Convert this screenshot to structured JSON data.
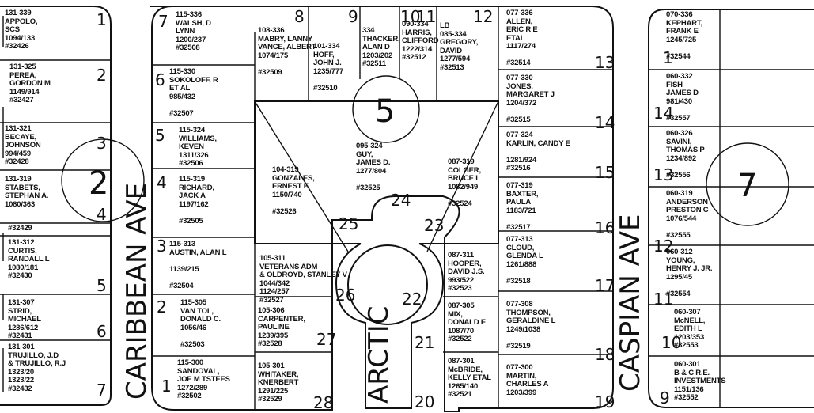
{
  "streets": {
    "caribbean": "CARIBBEAN AVE",
    "caspian": "CASPIAN AVE",
    "arctic": "ARCTIC"
  },
  "block_numbers": {
    "left": "2",
    "center": "5",
    "right": "7"
  },
  "left_block": [
    {
      "num": "1",
      "text": "131-339\nAPPOLO,\nSCS\n1094/133\n#32426"
    },
    {
      "num": "2",
      "text": "131-325\nPEREA,\nGORDON M\n1149/914\n#32427"
    },
    {
      "num": "3",
      "text": "131-321\nBECAYE,\nJOHNSON\n994/459\n#32428"
    },
    {
      "num": "4",
      "text": "131-319\nSTABETS,\nSTEPHAN A.\n1080/363"
    },
    {
      "num": "",
      "text": "#32429"
    },
    {
      "num": "5",
      "text": "131-312\nCURTIS,\nRANDALL L\n1080/181\n#32430"
    },
    {
      "num": "6",
      "text": "131-307\nSTRID,\nMICHAEL\n1286/612\n#32431"
    },
    {
      "num": "7",
      "text": "131-301\nTRUJILLO, J.D\n& TRUJILLO, R.J\n1323/20\n1323/22\n#32432"
    }
  ],
  "center_block": [
    {
      "num": "7",
      "text": "115-336\nWALSH, D\nLYNN\n1200/237\n#32508"
    },
    {
      "num": "6",
      "text": "115-330\nSOKOLOFF, R\nET AL\n985/432\n\n#32507"
    },
    {
      "num": "5",
      "text": "115-324\nWILLIAMS,\nKEVEN\n1311/326\n#32506"
    },
    {
      "num": "4",
      "text": "115-319\nRICHARD,\nJACK A\n1197/162\n\n#32505"
    },
    {
      "num": "3",
      "text": "115-313\nAUSTIN, ALAN L\n\n1139/215\n\n#32504"
    },
    {
      "num": "2",
      "text": "115-305\nVAN TOL,\nDONALD C.\n1056/46\n\n#32503"
    },
    {
      "num": "1",
      "text": "115-300\nSANDOVAL,\nJOE M TSTEES\n1272/289\n#32502"
    },
    {
      "num": "8",
      "text": "108-336\nMABRY, LANNY\nVANCE, ALBERT\n1074/175\n\n#32509"
    },
    {
      "num": "9",
      "text": "101-334\nHOFF,\nJOHN J.\n1235/777\n\n#32510"
    },
    {
      "num": "10",
      "text": "334\nTHACKER,\nALAN D\n1203/202\n#32511"
    },
    {
      "num": "11",
      "text": "090-334\nHARRIS,\nCLIFFORD\n1222/314\n#32512"
    },
    {
      "num": "12",
      "text": "LB\n085-334\nGREGORY,\nDAVID\n1277/594\n#32513"
    },
    {
      "num": "13",
      "text": "077-336\nALLEN,\nERIC R E\nETAL\n1117/274\n\n#32514"
    },
    {
      "num": "14",
      "text": "077-330\nJONES,\nMARGARET J\n1204/372\n\n#32515"
    },
    {
      "num": "15",
      "text": "077-324\nKARLIN, CANDY E\n\n1281/924\n#32516"
    },
    {
      "num": "16",
      "text": "077-319\nBAXTER,\nPAULA\n1183/721\n\n#32517"
    },
    {
      "num": "17",
      "text": "077-313\nCLOUD,\nGLENDA L\n1261/888\n\n#32518"
    },
    {
      "num": "18",
      "text": "077-308\nTHOMPSON,\nGERALDINE L\n1249/1038\n\n#32519"
    },
    {
      "num": "19",
      "text": "077-300\nMARTIN,\nCHARLES A\n1203/399"
    },
    {
      "num": "20",
      "text": "087-301\nMcBRIDE,\nKELLY ETAL\n1265/140\n#32521"
    },
    {
      "num": "21",
      "text": "087-305\nMIX,\nDONALD E\n1087/70\n#32522"
    },
    {
      "num": "22",
      "text": "087-311\nHOOPER,\nDAVID J.S.\n993/522\n#32523"
    },
    {
      "num": "23",
      "text": "087-319\nCOLGER,\nBRUCE L\n1082/949\n\n#32524"
    },
    {
      "num": "24",
      "text": "095-324\nGUY,\nJAMES D.\n1277/804\n\n#32525"
    },
    {
      "num": "25",
      "text": "104-319\nGONZALES,\nERNEST E\n1150/740\n\n#32526"
    },
    {
      "num": "26",
      "text": "105-311\nVETERANS ADM\n& OLDROYD, STANLEY V\n1044/342\n1124/257\n#32527"
    },
    {
      "num": "27",
      "text": "105-306\nCARPENTER,\nPAULINE\n1239/395\n#32528"
    },
    {
      "num": "28",
      "text": "105-301\nWHITAKER,\nKNERBERT\n1291/225\n#32529"
    }
  ],
  "right_block": [
    {
      "num": "1",
      "text": "070-336\nKEPHART,\nFRANK E\n1245/725\n\n#32544"
    },
    {
      "num": "14",
      "text": "060-332\nFISH\nJAMES D\n981/430\n\n#32557"
    },
    {
      "num": "13",
      "text": "060-326\nSAVINI,\nTHOMAS P\n1234/892\n\n#32556"
    },
    {
      "num": "12",
      "text": "060-319\nANDERSON\nPRESTON C\n1076/544\n\n#32555"
    },
    {
      "num": "11",
      "text": "060-312\nYOUNG,\nHENRY J. JR.\n1295/45\n\n#32554"
    },
    {
      "num": "10",
      "text": "060-307\nMcNELL,\nEDITH L\n1203/353\n#32553"
    },
    {
      "num": "9",
      "text": "060-301\nB & C R.E.\nINVESTMENTS\n1151/136\n#32552"
    }
  ]
}
